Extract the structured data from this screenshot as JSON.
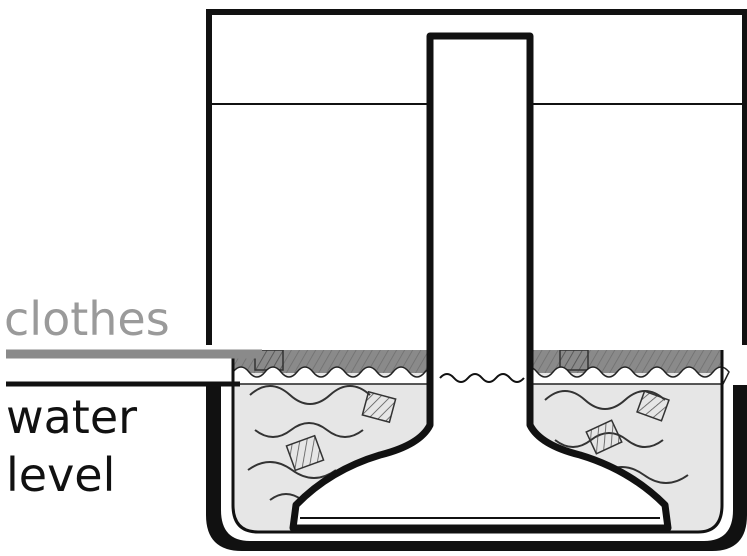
{
  "labels": {
    "clothes": "clothes",
    "water": "water",
    "level": "level"
  },
  "colors": {
    "outline": "#111111",
    "clothes_label": "#9a9a9a",
    "clothes_dark": "#8a8a8a",
    "clothes_light": "#e6e6e6",
    "water": "#ffffff"
  }
}
